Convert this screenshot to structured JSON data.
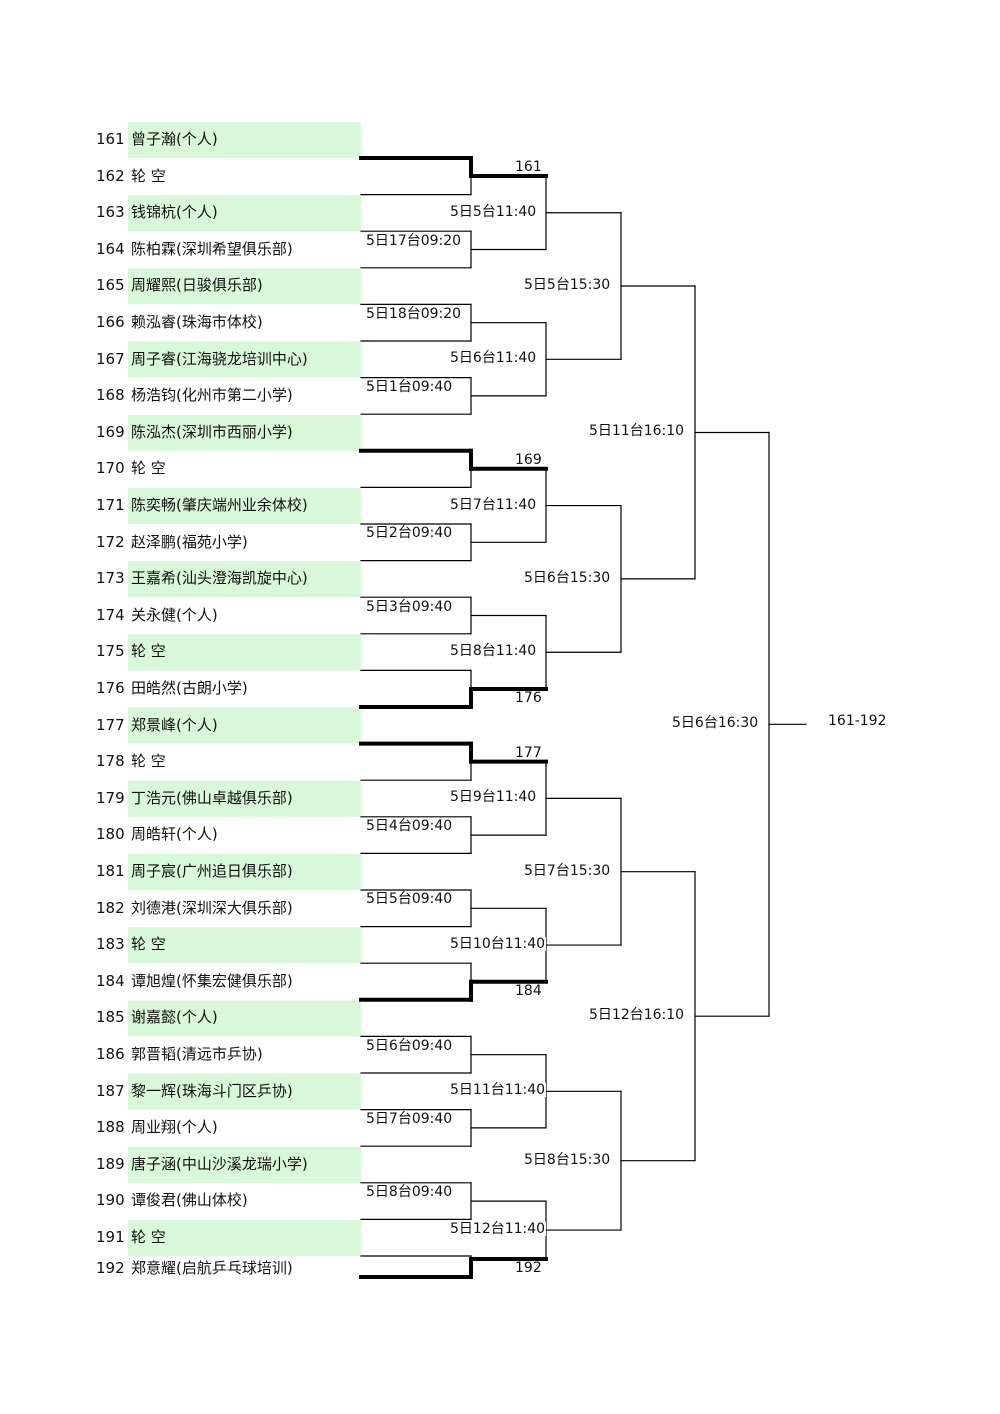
{
  "colors": {
    "highlight": "#d9f7d9",
    "line": "#000000"
  },
  "players": [
    {
      "num": "161",
      "name": "曾子瀚(个人)"
    },
    {
      "num": "162",
      "name": "轮  空"
    },
    {
      "num": "163",
      "name": "钱锦杭(个人)"
    },
    {
      "num": "164",
      "name": "陈柏霖(深圳希望俱乐部)"
    },
    {
      "num": "165",
      "name": "周耀熙(日骏俱乐部)"
    },
    {
      "num": "166",
      "name": "赖泓睿(珠海市体校)"
    },
    {
      "num": "167",
      "name": "周子睿(江海骁龙培训中心)"
    },
    {
      "num": "168",
      "name": "杨浩钧(化州市第二小学)"
    },
    {
      "num": "169",
      "name": "陈泓杰(深圳市西丽小学)"
    },
    {
      "num": "170",
      "name": "轮  空"
    },
    {
      "num": "171",
      "name": "陈奕畅(肇庆端州业余体校)"
    },
    {
      "num": "172",
      "name": "赵泽鹏(福苑小学)"
    },
    {
      "num": "173",
      "name": "王嘉希(汕头澄海凯旋中心)"
    },
    {
      "num": "174",
      "name": "关永健(个人)"
    },
    {
      "num": "175",
      "name": "轮  空"
    },
    {
      "num": "176",
      "name": "田皓然(古朗小学)"
    },
    {
      "num": "177",
      "name": "郑景峰(个人)"
    },
    {
      "num": "178",
      "name": "轮  空"
    },
    {
      "num": "179",
      "name": "丁浩元(佛山卓越俱乐部)"
    },
    {
      "num": "180",
      "name": "周皓轩(个人)"
    },
    {
      "num": "181",
      "name": "周子宸(广州追日俱乐部)"
    },
    {
      "num": "182",
      "name": "刘德港(深圳深大俱乐部)"
    },
    {
      "num": "183",
      "name": "轮  空"
    },
    {
      "num": "184",
      "name": "谭旭煌(怀集宏健俱乐部)"
    },
    {
      "num": "185",
      "name": "谢嘉懿(个人)"
    },
    {
      "num": "186",
      "name": "郭晋韬(清远市乒协)"
    },
    {
      "num": "187",
      "name": "黎一辉(珠海斗门区乒协)"
    },
    {
      "num": "188",
      "name": "周业翔(个人)"
    },
    {
      "num": "189",
      "name": "唐子涵(中山沙溪龙瑞小学)"
    },
    {
      "num": "190",
      "name": "谭俊君(佛山体校)"
    },
    {
      "num": "191",
      "name": "轮  空"
    },
    {
      "num": "192",
      "name": "郑意耀(启航乒乓球培训)"
    }
  ],
  "r1": [
    "161",
    "5日17台09:20",
    "5日18台09:20",
    "5日1台09:40",
    "169",
    "5日2台09:40",
    "5日3台09:40",
    "176",
    "177",
    "5日4台09:40",
    "5日5台09:40",
    "184",
    "5日6台09:40",
    "5日7台09:40",
    "5日8台09:40",
    "192"
  ],
  "r2": [
    "5日5台11:40",
    "5日6台11:40",
    "5日7台11:40",
    "5日8台11:40",
    "5日9台11:40",
    "5日10台11:40",
    "5日11台11:40",
    "5日12台11:40"
  ],
  "r3": [
    "5日5台15:30",
    "5日6台15:30",
    "5日7台15:30",
    "5日8台15:30"
  ],
  "r4": [
    "5日11台16:10",
    "5日12台16:10"
  ],
  "r5": [
    "5日6台16:30"
  ],
  "final_label": "161-192"
}
